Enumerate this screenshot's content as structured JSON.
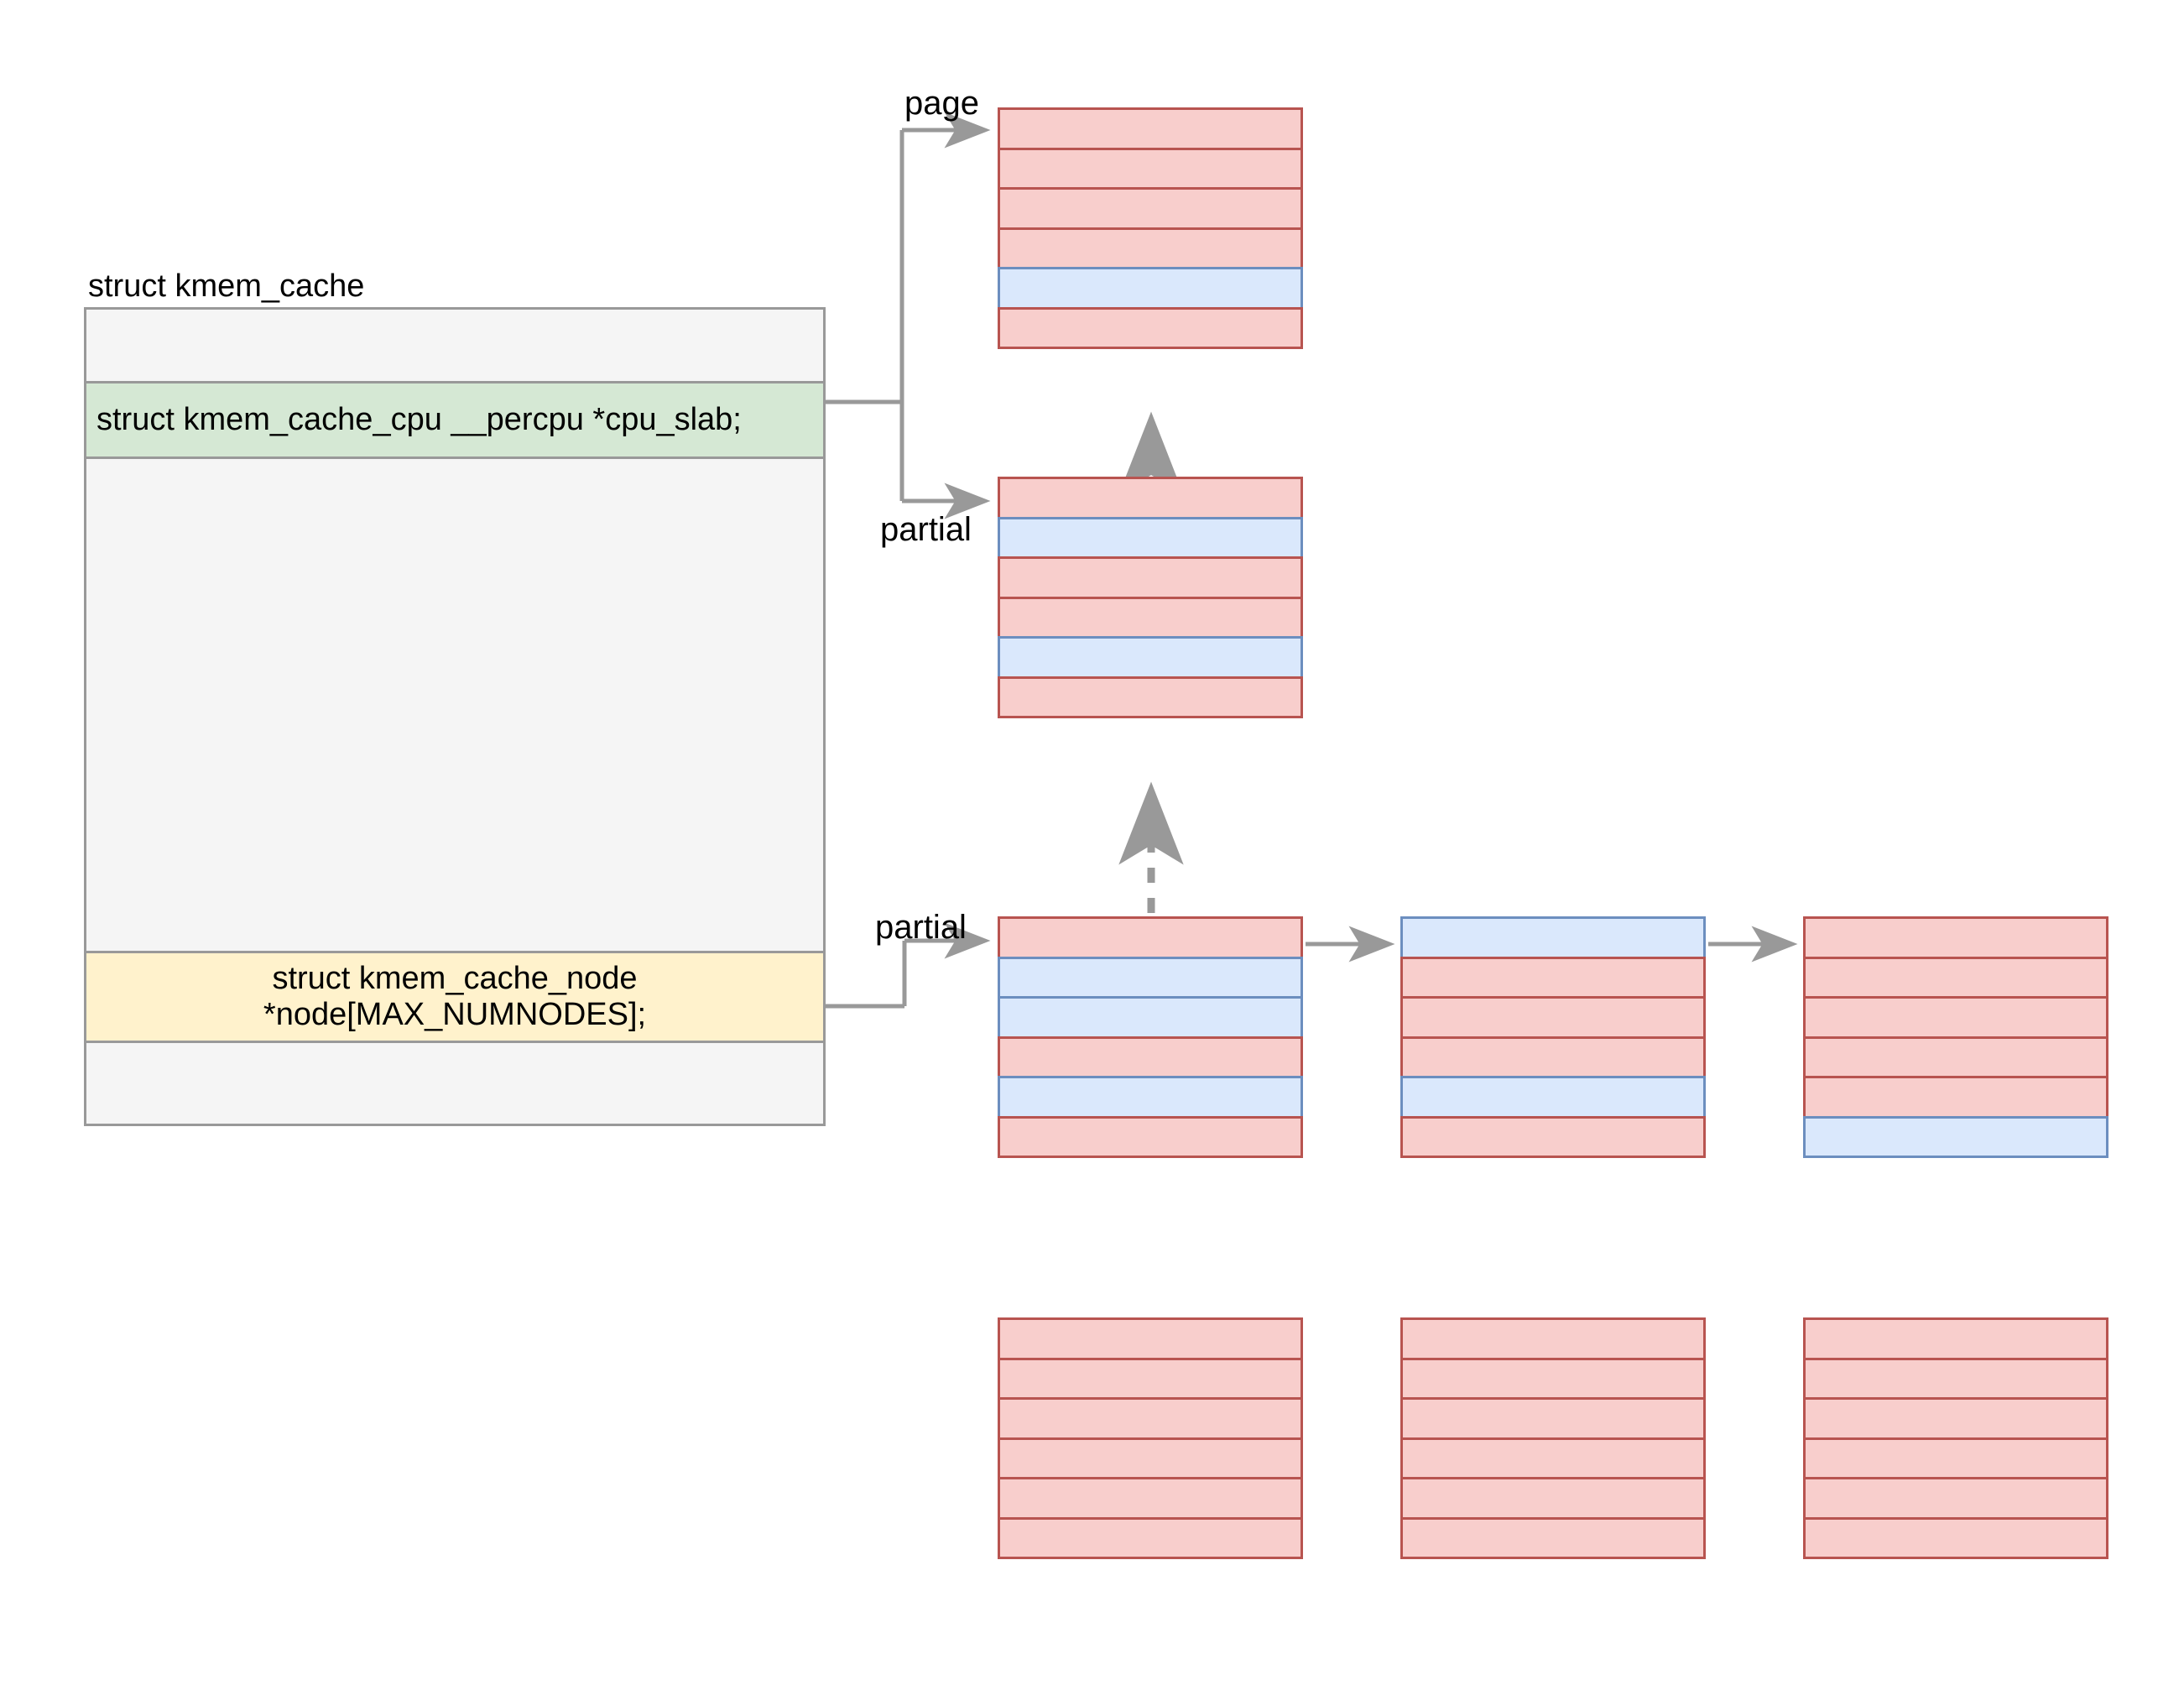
{
  "diagram": {
    "title_text": "struct kmem_cache",
    "struct_box": {
      "title": "struct kmem_cache",
      "rows": [
        {
          "name": "padding-top",
          "label": "",
          "fill": "#f5f5f5"
        },
        {
          "name": "cpu_slab-field",
          "label": "struct kmem_cache_cpu __percpu *cpu_slab;",
          "fill": "#d5e8d4"
        },
        {
          "name": "padding-middle",
          "label": "",
          "fill": "#f5f5f5"
        },
        {
          "name": "node-field-line1",
          "label": "struct kmem_cache_node",
          "label2": "*node[MAX_NUMNODES];",
          "fill": "#fff2cc"
        },
        {
          "name": "padding-bottom",
          "label": "",
          "fill": "#f5f5f5"
        }
      ]
    },
    "edge_labels": {
      "page": "page",
      "cpu_partial": "partial",
      "node_partial": "partial"
    },
    "colors": {
      "slab_used_fill": "#f8cecc",
      "slab_used_border": "#b85450",
      "slab_free_fill": "#dae8fc",
      "slab_free_border": "#6c8ebf",
      "struct_fill": "#f5f5f5",
      "struct_border": "#999999",
      "cpu_field_fill": "#d5e8d4",
      "node_field_fill": "#fff2cc",
      "arrow": "#999999"
    },
    "slabs": [
      {
        "name": "cpu-page-slab",
        "cells": [
          "red",
          "red",
          "red",
          "red",
          "blue",
          "red"
        ]
      },
      {
        "name": "cpu-partial-slab",
        "cells": [
          "red",
          "blue",
          "red",
          "red",
          "blue",
          "red"
        ]
      },
      {
        "name": "node-partial-1",
        "cells": [
          "red",
          "blue",
          "blue",
          "red",
          "blue",
          "red"
        ]
      },
      {
        "name": "node-partial-2",
        "cells": [
          "blue",
          "red",
          "red",
          "red",
          "blue",
          "red"
        ]
      },
      {
        "name": "node-partial-3",
        "cells": [
          "red",
          "red",
          "red",
          "red",
          "red",
          "blue"
        ]
      },
      {
        "name": "free-slab-1",
        "cells": [
          "red",
          "red",
          "red",
          "red",
          "red",
          "red"
        ]
      },
      {
        "name": "free-slab-2",
        "cells": [
          "red",
          "red",
          "red",
          "red",
          "red",
          "red"
        ]
      },
      {
        "name": "free-slab-3",
        "cells": [
          "red",
          "red",
          "red",
          "red",
          "red",
          "red"
        ]
      }
    ]
  }
}
